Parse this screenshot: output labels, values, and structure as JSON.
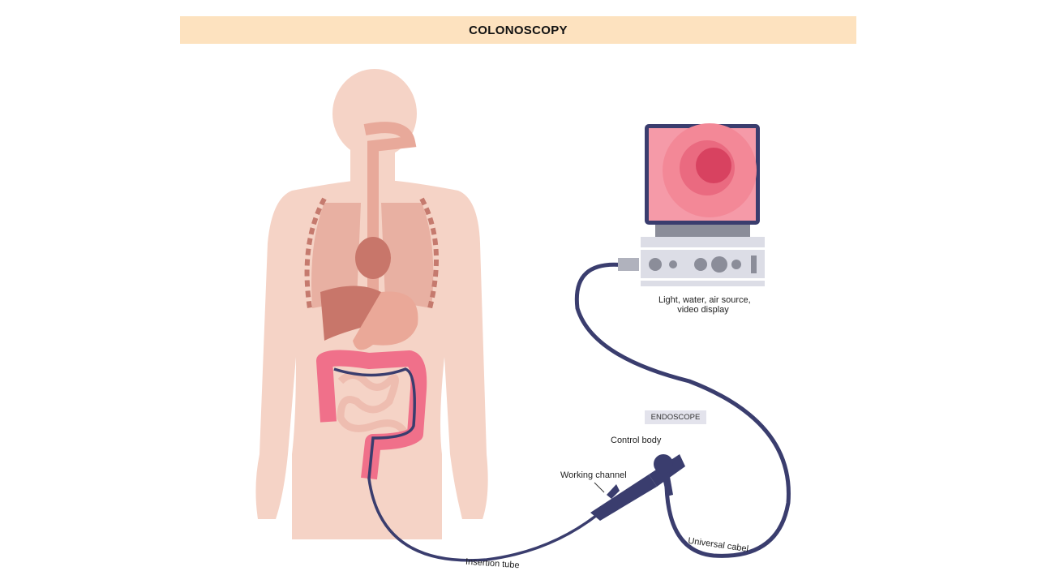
{
  "title": "COLONOSCOPY",
  "labels": {
    "source": [
      "Light, water, air source,",
      "video display"
    ],
    "endoscope": "ENDOSCOPE",
    "control_body": "Control body",
    "working_channel": "Working channel",
    "insertion_tube": "Insertion tube",
    "universal_cable": "Universal cabel"
  },
  "colors": {
    "title_bg": "#fde2bf",
    "skin": "#f5d3c6",
    "organ": "#e8a99a",
    "colon": "#f0708a",
    "scope": "#3a3d6e"
  }
}
